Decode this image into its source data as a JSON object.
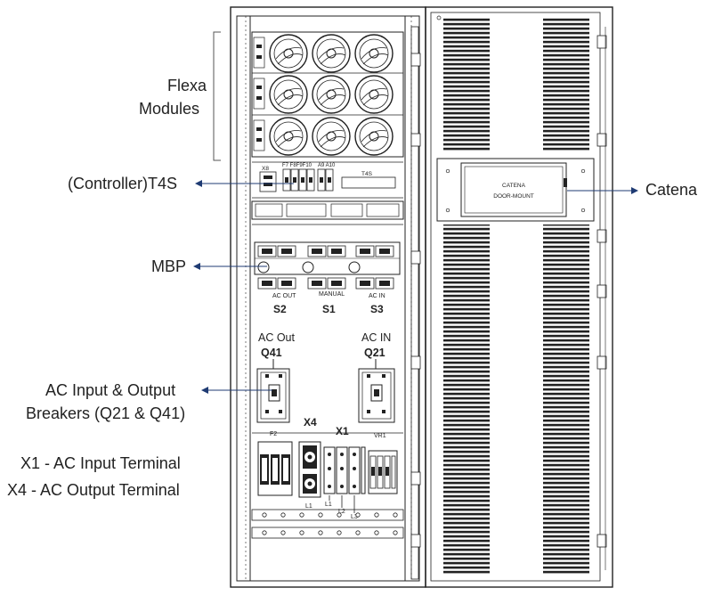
{
  "labels": {
    "flexa_line1": "Flexa",
    "flexa_line2": "Modules",
    "controller": "(Controller)T4S",
    "mbp": "MBP",
    "breakers_line1": "AC Input & Output",
    "breakers_line2": "Breakers (Q21 & Q41)",
    "x1_terminal": "X1 - AC Input Terminal",
    "x4_terminal": "X4 - AC Output Terminal",
    "catena": "Catena"
  },
  "cabinet": {
    "controller_tags": {
      "x8": "X8",
      "f": "F7 F8F9F10",
      "a": "A9 A10",
      "t4s": "T4S"
    },
    "mbp": {
      "ac_out": "AC OUT",
      "manual": "MANUAL",
      "ac_in": "AC IN",
      "s2": "S2",
      "s1": "S1",
      "s3": "S3"
    },
    "breaker_out": {
      "title": "AC Out",
      "id": "Q41"
    },
    "breaker_in": {
      "title": "AC IN",
      "id": "Q21"
    },
    "terminals": {
      "f2": "F2",
      "x4": "X4",
      "x1": "X1",
      "vr1": "VR1",
      "l1_a": "L1",
      "l1_b": "L1",
      "l2": "L2",
      "l3": "L3"
    }
  },
  "door": {
    "catena_line1": "CATENA",
    "catena_line2": "DOOR-MOUNT"
  },
  "colors": {
    "line": "#222222",
    "arrow": "#1f3b73"
  }
}
